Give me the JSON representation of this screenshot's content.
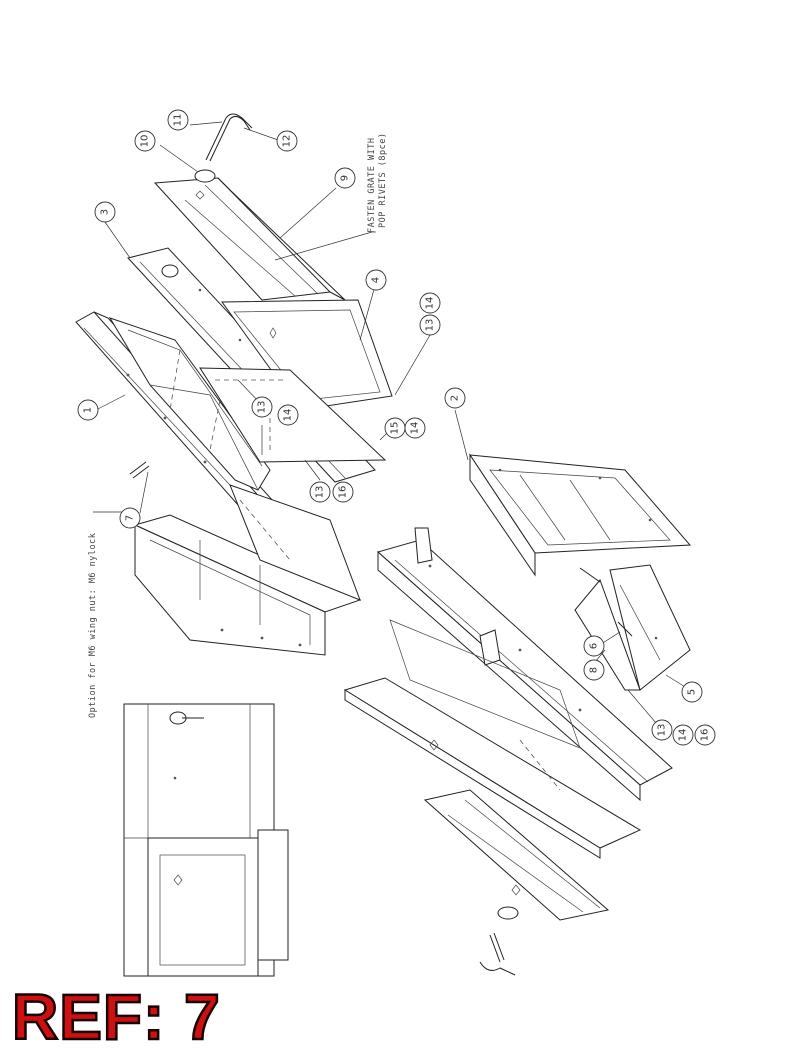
{
  "callouts": [
    {
      "id": "c1",
      "label": "1"
    },
    {
      "id": "c2",
      "label": "2"
    },
    {
      "id": "c3",
      "label": "3"
    },
    {
      "id": "c4",
      "label": "4"
    },
    {
      "id": "c5",
      "label": "5"
    },
    {
      "id": "c6",
      "label": "6"
    },
    {
      "id": "c7",
      "label": "7"
    },
    {
      "id": "c8",
      "label": "8"
    },
    {
      "id": "c9",
      "label": "9"
    },
    {
      "id": "c10",
      "label": "10"
    },
    {
      "id": "c11",
      "label": "11"
    },
    {
      "id": "c12",
      "label": "12"
    },
    {
      "id": "c13a",
      "label": "13"
    },
    {
      "id": "c14a",
      "label": "14"
    },
    {
      "id": "c13b",
      "label": "13"
    },
    {
      "id": "c14b",
      "label": "14"
    },
    {
      "id": "c15",
      "label": "15"
    },
    {
      "id": "c14c",
      "label": "14"
    },
    {
      "id": "c13c",
      "label": "13"
    },
    {
      "id": "c16a",
      "label": "16"
    },
    {
      "id": "c13d",
      "label": "13"
    },
    {
      "id": "c14d",
      "label": "14"
    },
    {
      "id": "c16b",
      "label": "16"
    }
  ],
  "notes": {
    "rivets_line1": "FASTEN GRATE WITH",
    "rivets_line2": "POP RIVETS (8pce)",
    "wing_nut": "Option for M6 wing nut: M6 nylock"
  },
  "ref_label": "REF: 7"
}
